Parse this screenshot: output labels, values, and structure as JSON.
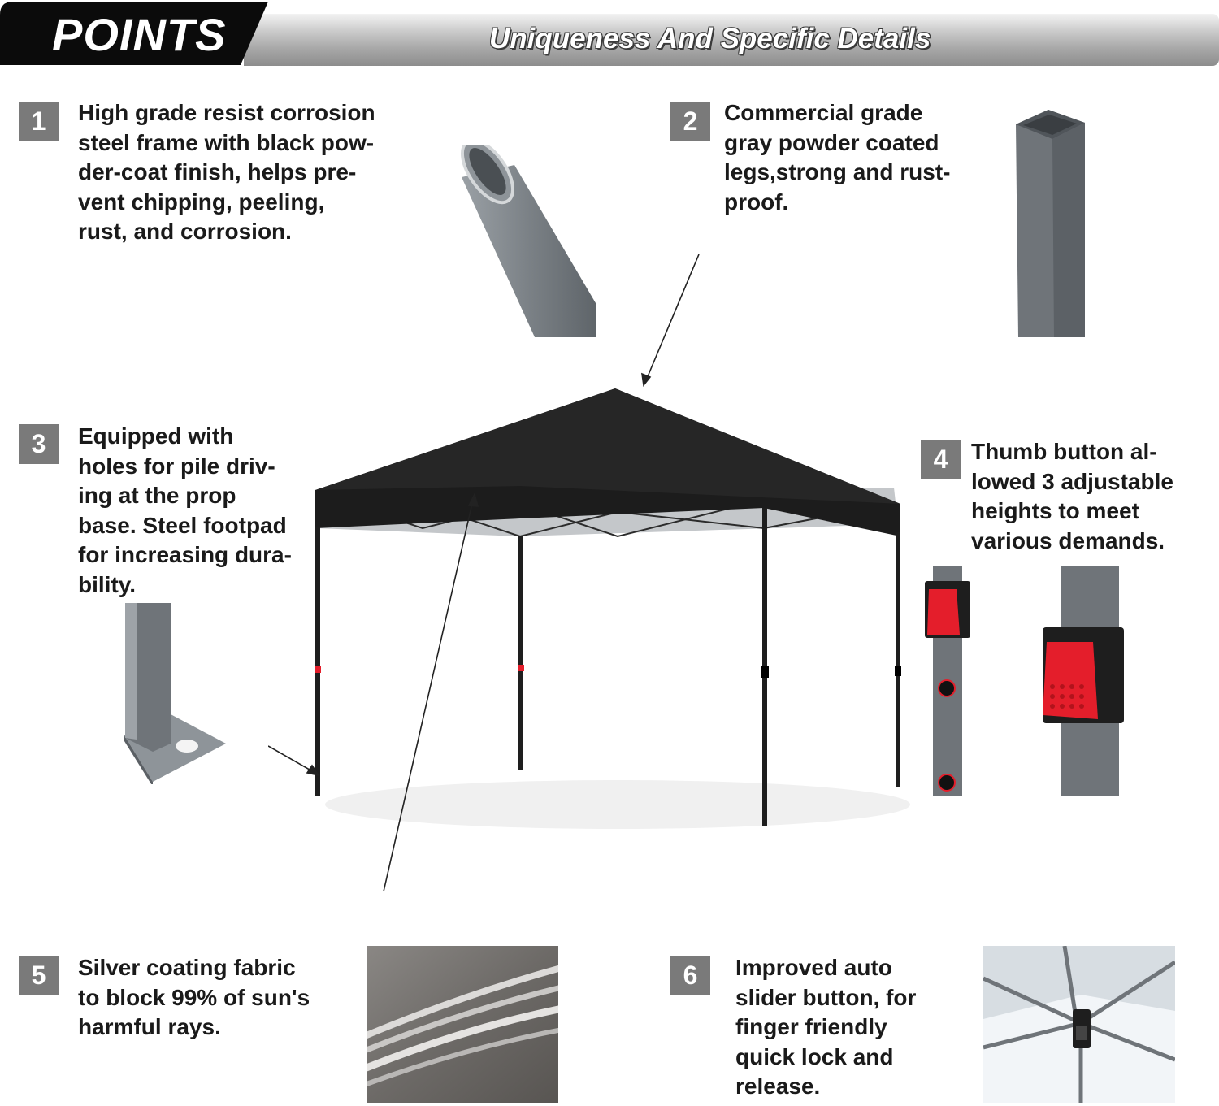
{
  "header": {
    "tab_label": "POINTS",
    "title": "Uniqueness And Specific Details"
  },
  "features": [
    {
      "number": "1",
      "text": "High grade resist corrosion\nsteel frame with black pow-\nder-coat finish, helps pre-\nvent chipping, peeling,\nrust, and corrosion."
    },
    {
      "number": "2",
      "text": "Commercial grade\ngray powder coated\nlegs,strong and rust-\nproof."
    },
    {
      "number": "3",
      "text": "Equipped with\nholes for pile driv-\ning at the prop\nbase. Steel footpad\nfor increasing dura-\nbility."
    },
    {
      "number": "4",
      "text": "Thumb button al-\nlowed 3 adjustable\nheights to meet\nvarious demands."
    },
    {
      "number": "5",
      "text": "Silver coating fabric\nto block 99% of sun's\nharmful rays."
    },
    {
      "number": "6",
      "text": "Improved auto\nslider button, for\nfinger friendly\nquick lock and\nrelease."
    }
  ],
  "colors": {
    "badge": "#7a7a7a",
    "canopy": "#1c1c1c",
    "leg_gray": "#6f7479",
    "button_red": "#e41e2b"
  },
  "images": [
    "oval-steel-tube-icon",
    "square-leg-tube-icon",
    "canopy-tent-image",
    "footpad-icon",
    "thumb-button-icon",
    "silver-fabric-icon",
    "slider-button-icon"
  ]
}
